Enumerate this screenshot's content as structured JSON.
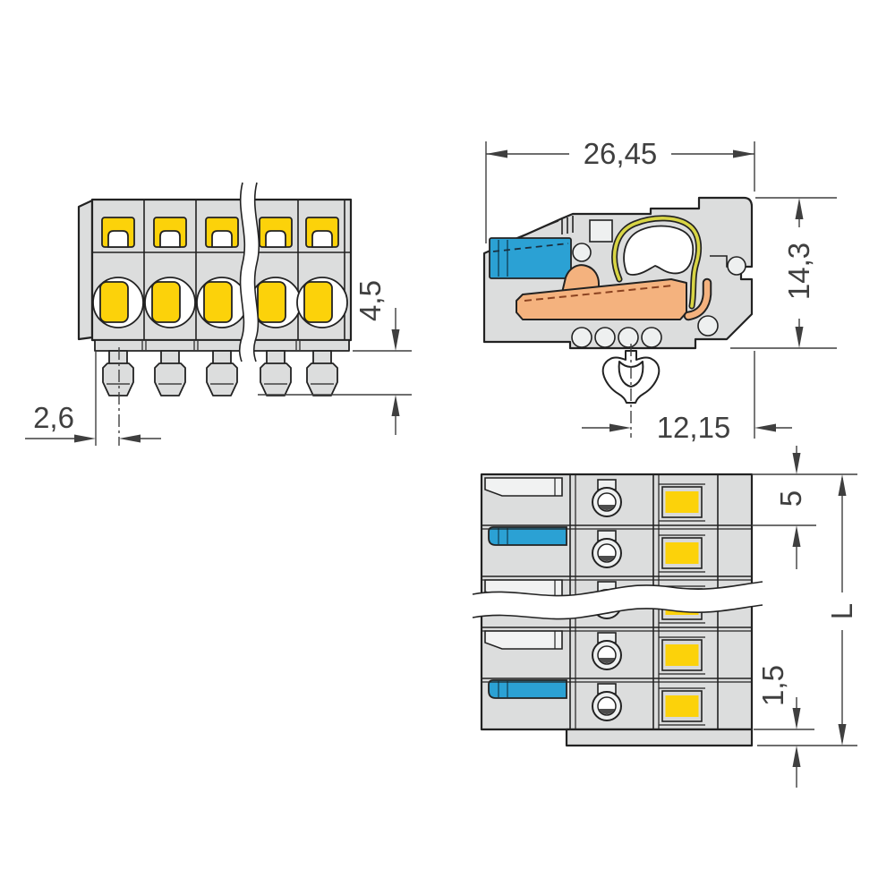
{
  "drawing": {
    "connector": {
      "poles_visible": 5,
      "rows_visible": 5
    }
  },
  "colors": {
    "housing": "#dcdddd",
    "housing_light": "#eef0f0",
    "yellow": "#fcd20a",
    "blue": "#2ba1d4",
    "orange": "#f4b27e",
    "spring": "#d8d545",
    "outline": "#222222",
    "dimension": "#3f3f3f"
  },
  "dimensions": {
    "overall_width": "26,45",
    "overall_height": "14,3",
    "pin_length": "4,5",
    "pin_offset": "2,6",
    "foot_offset": "12,15",
    "pole_pitch": "5",
    "flange_step": "1,5",
    "total_length": "L"
  }
}
